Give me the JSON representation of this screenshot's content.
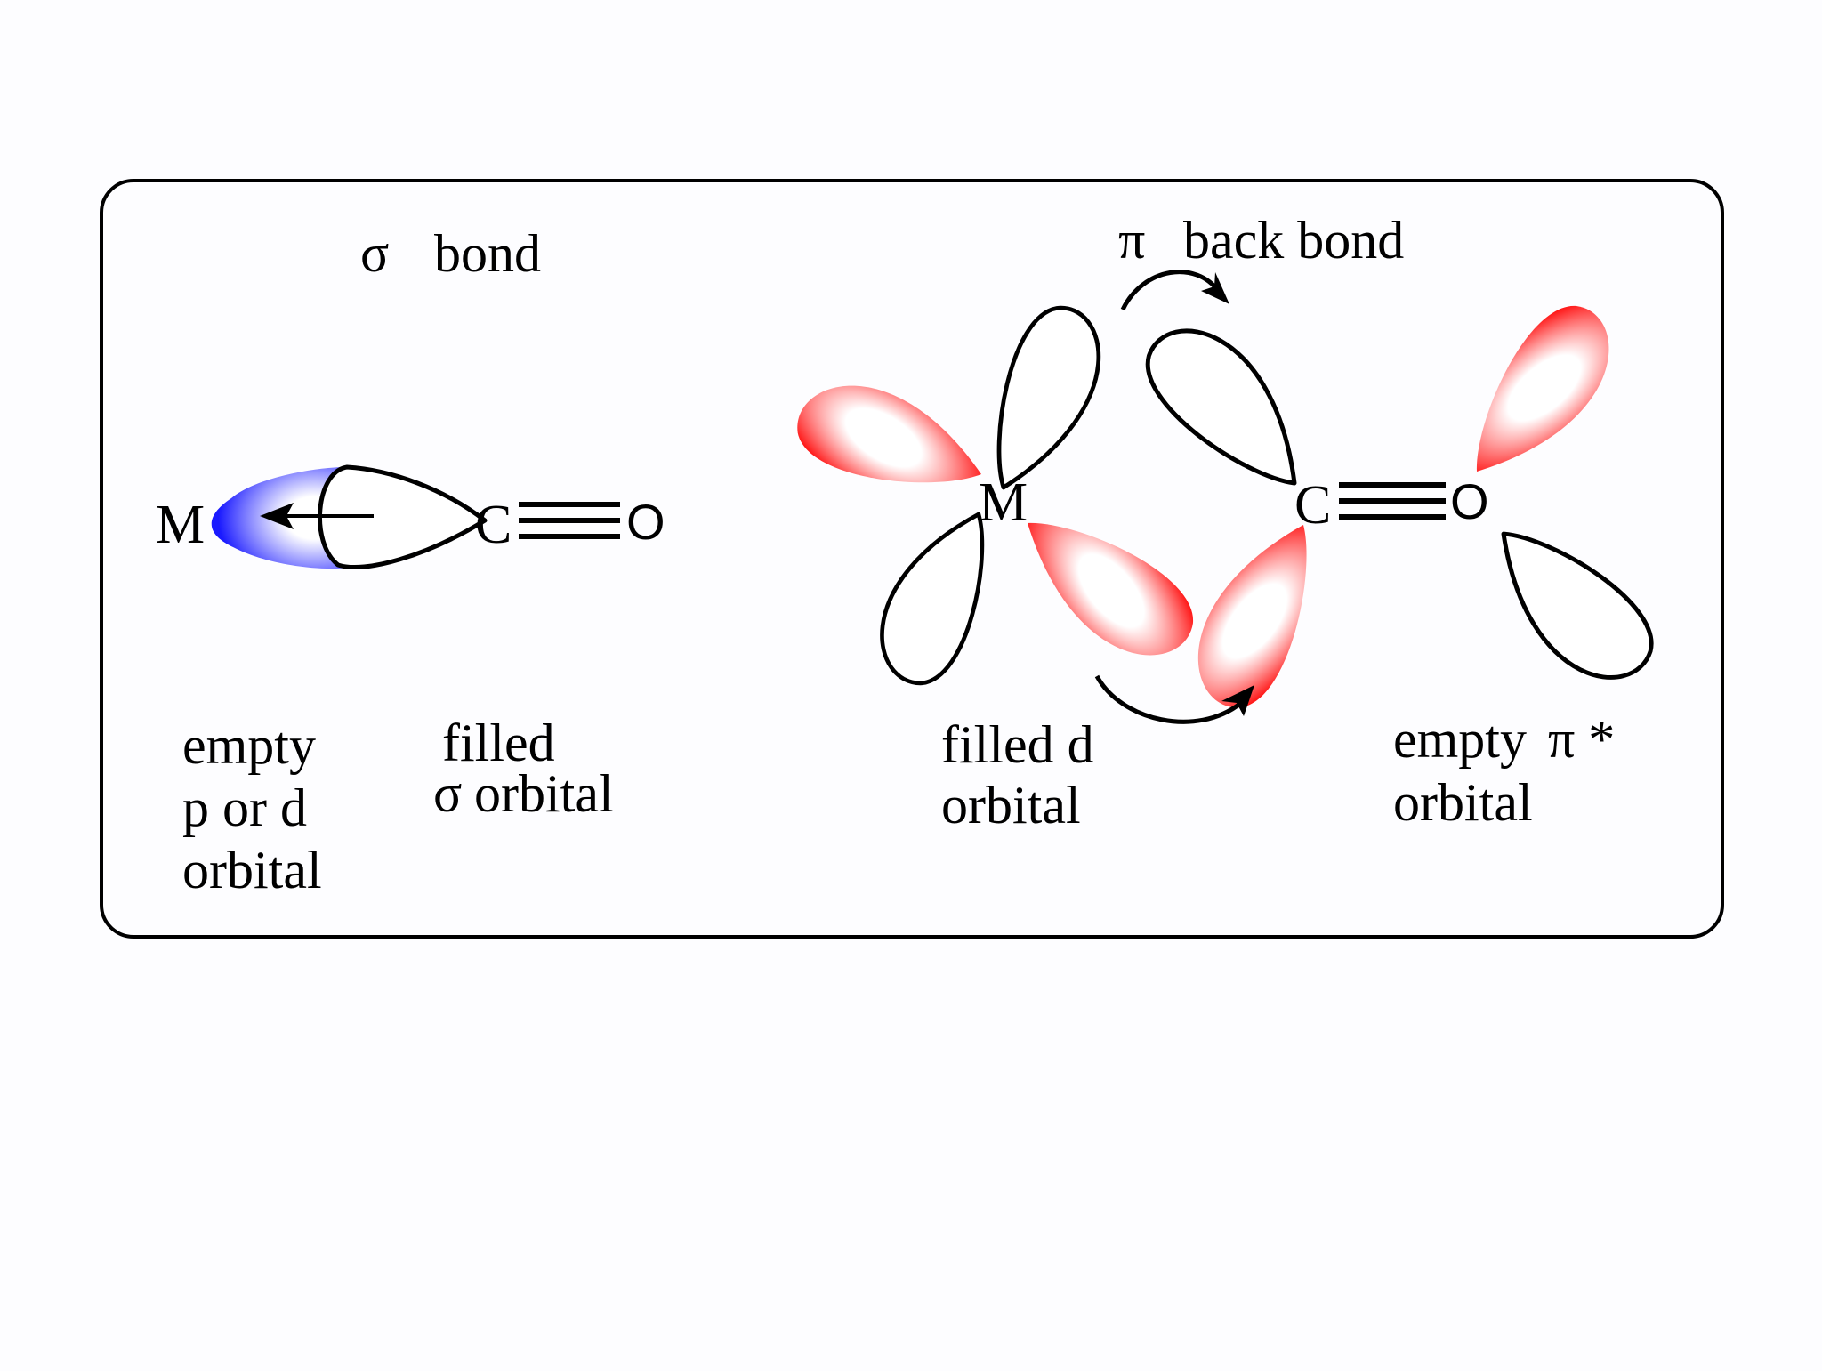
{
  "colors": {
    "background": "#fdfdff",
    "frame": "#000000",
    "filled_lobe": "#ff0000",
    "sigma_acceptor": "#1a1aff",
    "lobe_highlight": "#ffffff"
  },
  "sigma_panel": {
    "title_symbol": "σ",
    "title_text": "bond",
    "atoms": {
      "metal": "M",
      "carbon": "C",
      "oxygen": "O"
    },
    "label_empty": [
      "empty",
      "p or d",
      "orbital"
    ],
    "label_filled_line1": "filled",
    "label_filled_symbol": "σ",
    "label_filled_line2": "orbital"
  },
  "pi_panel": {
    "title_symbol": "π",
    "title_text": "back bond",
    "atoms": {
      "metal": "M",
      "carbon": "C",
      "oxygen": "O"
    },
    "label_filled_d": [
      "filled d",
      "orbital"
    ],
    "label_empty_pi_line1": "empty",
    "label_empty_pi_symbol": "π *",
    "label_empty_pi_line2": "orbital"
  }
}
